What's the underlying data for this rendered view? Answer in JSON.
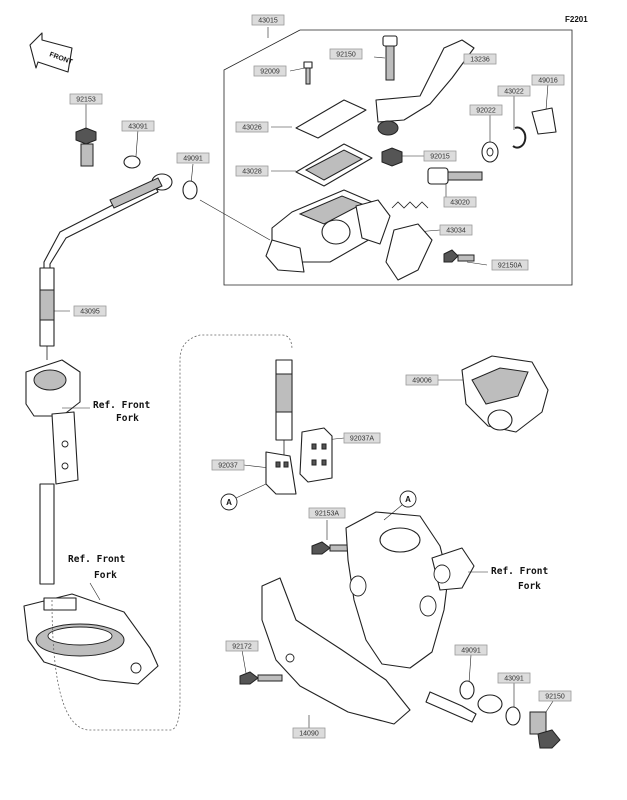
{
  "diagram_code": "F2201",
  "front_arrow_text": "FRONT",
  "reference_note": "Ref. Front\nFork",
  "circle_marker": "A",
  "part_labels": [
    {
      "id": "43015",
      "text": "43015"
    },
    {
      "id": "92150",
      "text": "92150"
    },
    {
      "id": "13236",
      "text": "13236"
    },
    {
      "id": "92009",
      "text": "92009"
    },
    {
      "id": "43026",
      "text": "43026"
    },
    {
      "id": "43028",
      "text": "43028"
    },
    {
      "id": "43022",
      "text": "43022"
    },
    {
      "id": "49016",
      "text": "49016"
    },
    {
      "id": "92022",
      "text": "92022"
    },
    {
      "id": "92015",
      "text": "92015"
    },
    {
      "id": "43020",
      "text": "43020"
    },
    {
      "id": "43034",
      "text": "43034"
    },
    {
      "id": "92150A",
      "text": "92150A"
    },
    {
      "id": "92153",
      "text": "92153"
    },
    {
      "id": "43091-top",
      "text": "43091"
    },
    {
      "id": "49091-top",
      "text": "49091"
    },
    {
      "id": "43095",
      "text": "43095"
    },
    {
      "id": "49006",
      "text": "49006"
    },
    {
      "id": "92037A",
      "text": "92037A"
    },
    {
      "id": "92037",
      "text": "92037"
    },
    {
      "id": "92153A",
      "text": "92153A"
    },
    {
      "id": "92172",
      "text": "92172"
    },
    {
      "id": "49091-bottom",
      "text": "49091"
    },
    {
      "id": "43091-bottom",
      "text": "43091"
    },
    {
      "id": "92150-bottom",
      "text": "92150"
    },
    {
      "id": "14090",
      "text": "14090"
    }
  ]
}
